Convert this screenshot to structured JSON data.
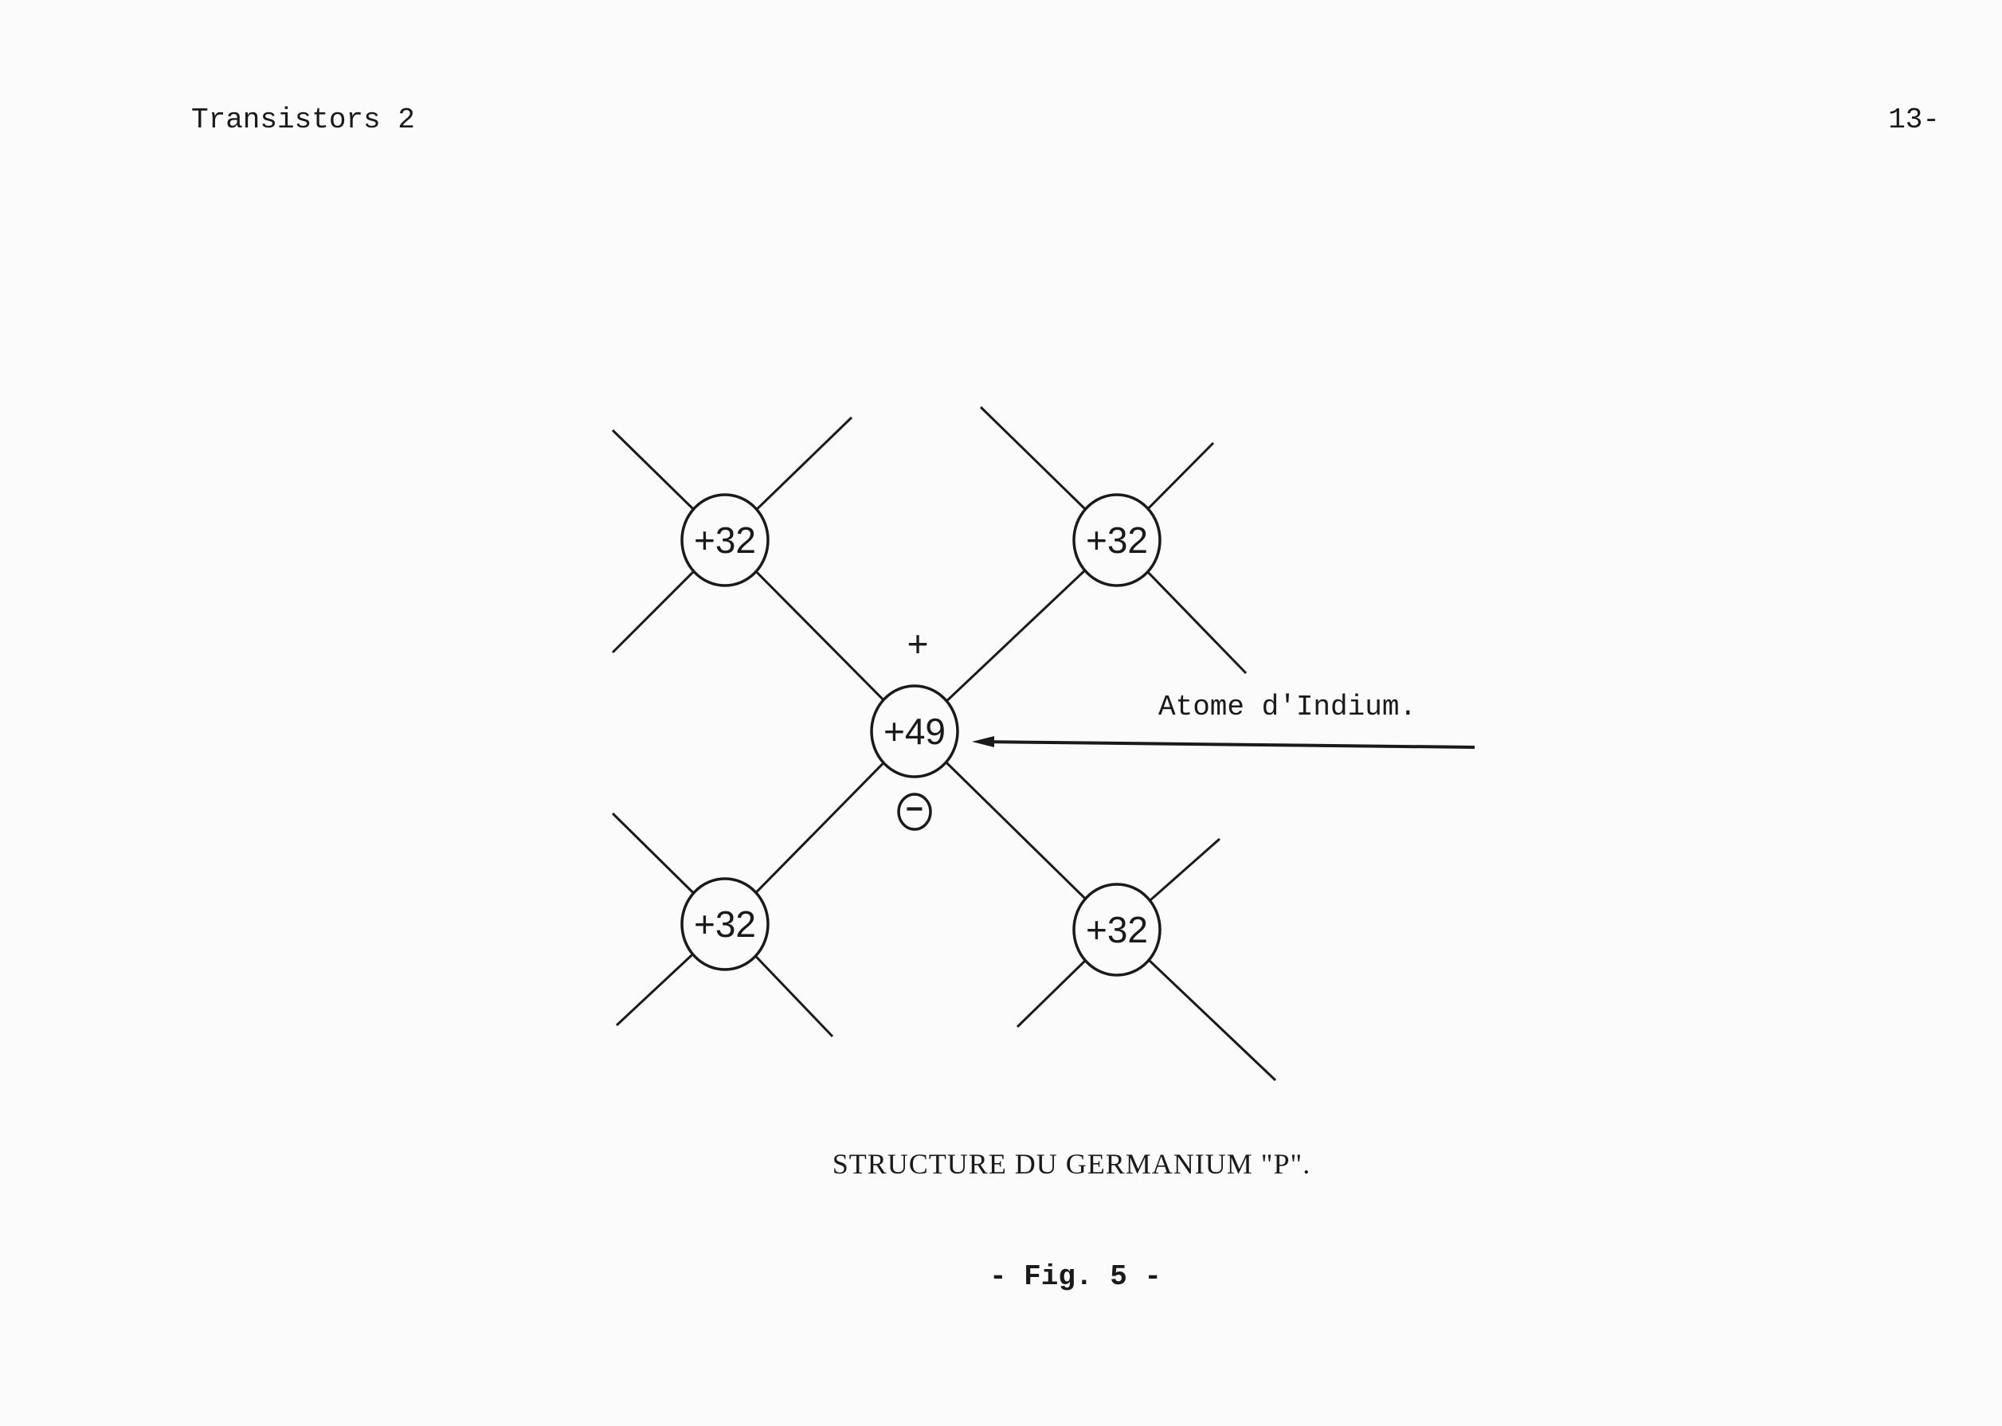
{
  "header": {
    "title": "Transistors 2",
    "page_number": "13-"
  },
  "diagram": {
    "germanium_atom_label": "+32",
    "indium_atom_label": "+49",
    "hole_symbol": "+",
    "electron_symbol": "−",
    "annotation": "Atome d'Indium."
  },
  "caption": "STRUCTURE DU GERMANIUM \"P\".",
  "figure_label": "- Fig. 5 -"
}
